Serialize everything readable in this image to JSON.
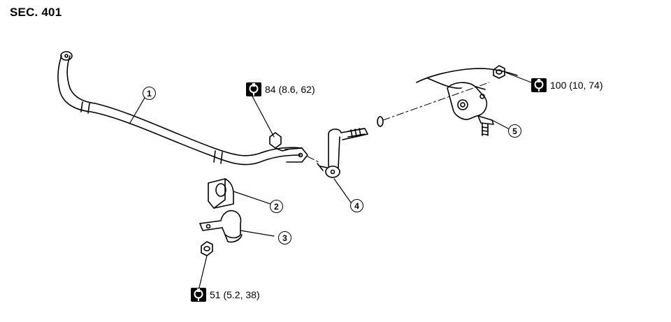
{
  "section": {
    "title": "SEC. 401"
  },
  "torque_specs": [
    {
      "id": "t84",
      "icon": "torque-wrench-icon",
      "text": "84 (8.6, 62)"
    },
    {
      "id": "t100",
      "icon": "torque-wrench-icon",
      "text": "100 (10, 74)"
    },
    {
      "id": "t51",
      "icon": "torque-wrench-icon",
      "text": "51 (5.2, 38)"
    }
  ],
  "callouts": [
    "1",
    "2",
    "3",
    "4",
    "5"
  ]
}
